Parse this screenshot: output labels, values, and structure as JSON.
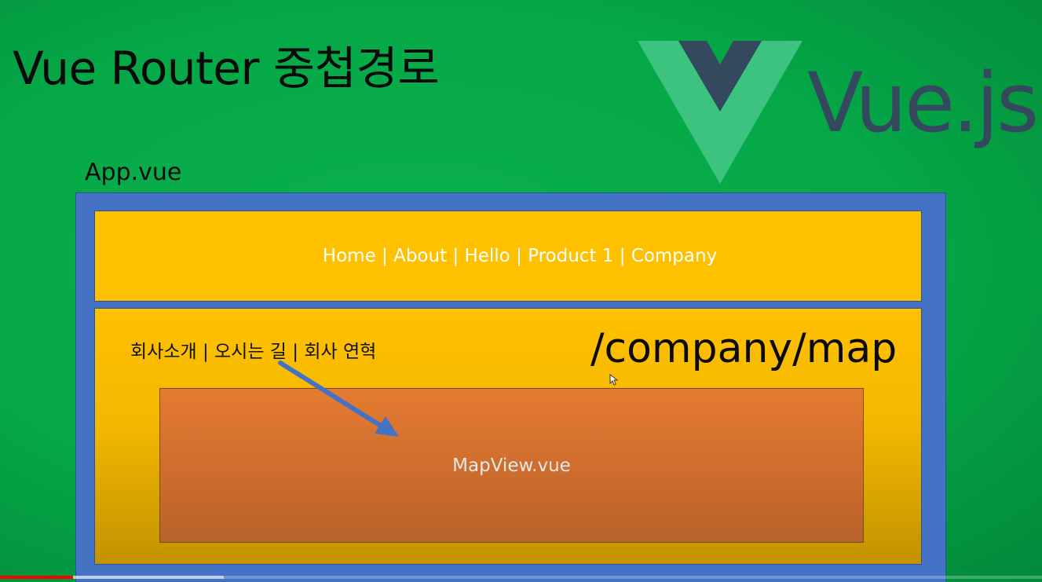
{
  "slide": {
    "title": "Vue Router 중첩경로"
  },
  "brand": {
    "wordmark": "Vue.js",
    "logo_icon": "vue-logo-icon",
    "logo_outer_color": "#41b883",
    "logo_inner_color": "#35495e"
  },
  "diagram": {
    "app_label": "App.vue",
    "nav_links": "Home | About | Hello | Product 1 | Company",
    "company_links": "회사소개 | 오시는 길 | 회사 연혁",
    "route_path": "/company/map",
    "nested_view_label": "MapView.vue",
    "colors": {
      "app_frame": "#4472c4",
      "router_view": "#ffc000",
      "nested_view": "#e47b31",
      "arrow": "#4472c4"
    }
  },
  "player": {
    "progress_played": 0.07,
    "progress_buffered": 0.215,
    "played_color": "#ff0000"
  }
}
